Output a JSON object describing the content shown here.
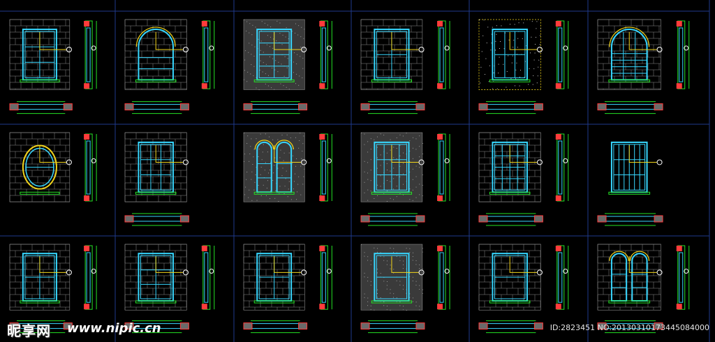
{
  "watermark": {
    "logo": "昵享网",
    "url": "www.nipic.cn",
    "id_text": "ID:2823451 NO:20130310173445084000"
  },
  "colors": {
    "background": "#000000",
    "grid": "#1f3a8c",
    "brick": "#8c8c8c",
    "frame": "#37d7ff",
    "dimension": "#25e325",
    "leader": "#f2d51a",
    "section": "#ff3b3b",
    "wall": "#6a6a6a",
    "callout": "#ffffff"
  },
  "sheet": {
    "columns": 6,
    "rows": 3,
    "panels": [
      {
        "wall": "brick",
        "window": "rect",
        "panes": [
          2,
          3
        ],
        "side_section": true,
        "plan": true
      },
      {
        "wall": "brick",
        "window": "arched",
        "panes": [
          1,
          3
        ],
        "side_section": true,
        "plan": true
      },
      {
        "wall": "stucco",
        "window": "rect",
        "panes": [
          2,
          4
        ],
        "side_section": true,
        "plan": true
      },
      {
        "wall": "brick",
        "window": "rect",
        "panes": [
          2,
          2
        ],
        "side_section": true,
        "plan": true
      },
      {
        "wall": "dotted",
        "window": "rect",
        "panes": [
          3,
          2
        ],
        "side_section": true,
        "plan": true
      },
      {
        "wall": "brick",
        "window": "arched",
        "panes": [
          3,
          5
        ],
        "side_section": true,
        "plan": true
      },
      {
        "wall": "brick",
        "window": "oval",
        "panes": [
          1,
          1
        ],
        "side_section": true,
        "plan": false
      },
      {
        "wall": "brick",
        "window": "rect",
        "panes": [
          3,
          3
        ],
        "side_section": false,
        "plan": true
      },
      {
        "wall": "stucco",
        "window": "arched-pair",
        "panes": [
          1,
          3
        ],
        "side_section": true,
        "plan": false
      },
      {
        "wall": "stucco",
        "window": "rect",
        "panes": [
          4,
          3
        ],
        "side_section": true,
        "plan": true
      },
      {
        "wall": "brick",
        "window": "rect",
        "panes": [
          4,
          4
        ],
        "side_section": true,
        "plan": true
      },
      {
        "wall": "none",
        "window": "rect",
        "panes": [
          6,
          3
        ],
        "side_section": false,
        "plan": true
      },
      {
        "wall": "brick",
        "window": "rect",
        "panes": [
          2,
          2
        ],
        "side_section": true,
        "plan": true
      },
      {
        "wall": "brick",
        "window": "rect",
        "panes": [
          2,
          3
        ],
        "side_section": true,
        "plan": true
      },
      {
        "wall": "brick",
        "window": "rect",
        "panes": [
          2,
          2
        ],
        "side_section": true,
        "plan": true
      },
      {
        "wall": "stucco",
        "window": "rect",
        "panes": [
          1,
          2
        ],
        "side_section": true,
        "plan": true
      },
      {
        "wall": "brick",
        "window": "rect",
        "panes": [
          1,
          2
        ],
        "side_section": true,
        "plan": true
      },
      {
        "wall": "brick",
        "window": "arched-pair",
        "panes": [
          2,
          3
        ],
        "side_section": true,
        "plan": true
      }
    ]
  }
}
